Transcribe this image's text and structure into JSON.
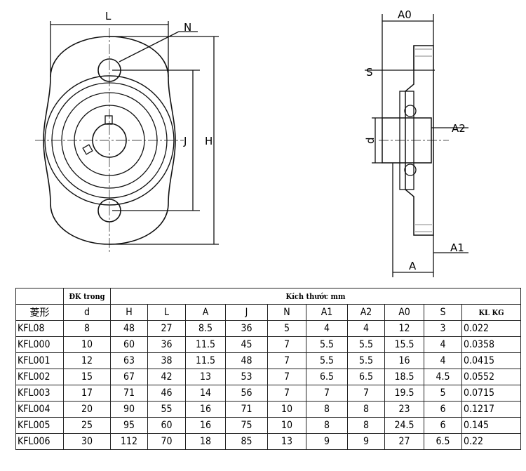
{
  "drawing": {
    "front_labels": {
      "L": "L",
      "N": "N",
      "J": "J",
      "H": "H"
    },
    "side_labels": {
      "A0": "A0",
      "S": "S",
      "A2": "A2",
      "d": "d",
      "A1": "A1",
      "A": "A"
    }
  },
  "table": {
    "header_top": {
      "dk": "ĐK trong",
      "dims": "Kích thước mm"
    },
    "columns": [
      "菱形",
      "d",
      "H",
      "L",
      "A",
      "J",
      "N",
      "A1",
      "A2",
      "A0",
      "S",
      "KL KG"
    ],
    "rows": [
      [
        "KFL08",
        "8",
        "48",
        "27",
        "8.5",
        "36",
        "5",
        "4",
        "4",
        "12",
        "3",
        "0.022"
      ],
      [
        "KFL000",
        "10",
        "60",
        "36",
        "11.5",
        "45",
        "7",
        "5.5",
        "5.5",
        "15.5",
        "4",
        "0.0358"
      ],
      [
        "KFL001",
        "12",
        "63",
        "38",
        "11.5",
        "48",
        "7",
        "5.5",
        "5.5",
        "16",
        "4",
        "0.0415"
      ],
      [
        "KFL002",
        "15",
        "67",
        "42",
        "13",
        "53",
        "7",
        "6.5",
        "6.5",
        "18.5",
        "4.5",
        "0.0552"
      ],
      [
        "KFL003",
        "17",
        "71",
        "46",
        "14",
        "56",
        "7",
        "7",
        "7",
        "19.5",
        "5",
        "0.0715"
      ],
      [
        "KFL004",
        "20",
        "90",
        "55",
        "16",
        "71",
        "10",
        "8",
        "8",
        "23",
        "6",
        "0.1217"
      ],
      [
        "KFL005",
        "25",
        "95",
        "60",
        "16",
        "75",
        "10",
        "8",
        "8",
        "24.5",
        "6",
        "0.145"
      ],
      [
        "KFL006",
        "30",
        "112",
        "70",
        "18",
        "85",
        "13",
        "9",
        "9",
        "27",
        "6.5",
        "0.22"
      ]
    ]
  }
}
